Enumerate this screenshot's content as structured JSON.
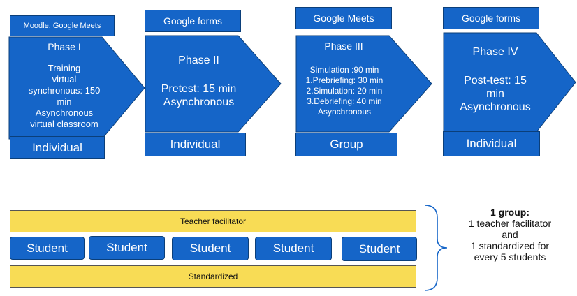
{
  "phases": [
    {
      "tool": "Moodle, Google Meets",
      "title": "Phase I",
      "body": "Training\nvirtual\nsynchronous: 150\nmin\nAsynchronous\nvirtual classroom",
      "bottom": "Individual"
    },
    {
      "tool": "Google forms",
      "title": "Phase II",
      "body": "Pretest: 15 min\nAsynchronous",
      "bottom": "Individual"
    },
    {
      "tool": "Google Meets",
      "title": "Phase III",
      "body": "Simulation :90 min\n1.Prebriefing: 30 min\n2.Simulation: 20 min\n3.Debriefing: 40 min\nAsynchronous",
      "bottom": "Group"
    },
    {
      "tool": "Google forms",
      "title": "Phase IV",
      "body": "Post-test: 15\nmin\nAsynchronous",
      "bottom": "Individual"
    }
  ],
  "group": {
    "facilitator": "Teacher facilitator",
    "students": [
      "Student",
      "Student",
      "Student",
      "Student",
      "Student"
    ],
    "standardized": "Standardized"
  },
  "summary": {
    "title": "1 group:",
    "lines": "1 teacher facilitator\nand\n1 standardized for\nevery 5 students"
  },
  "colors": {
    "blue": "#1565c8",
    "yellow": "#f8dc55"
  }
}
